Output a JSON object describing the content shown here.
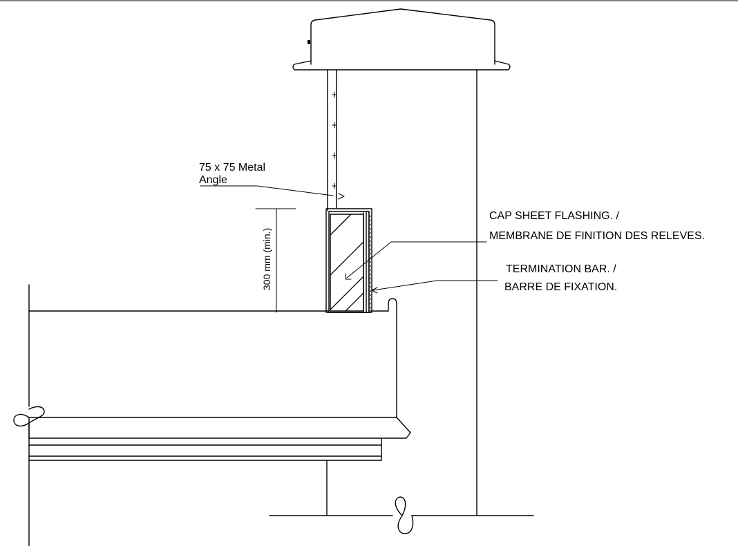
{
  "labels": {
    "metal_angle_line1": "75 x 75 Metal",
    "metal_angle_line2": "Angle",
    "cap_sheet_line1": "CAP SHEET FLASHING. /",
    "cap_sheet_line2": "MEMBRANE DE FINITION DES RELEVES.",
    "termination_line1": "TERMINATION BAR. /",
    "termination_line2": "BARRE DE FIXATION.",
    "height_dimension": "300 mm (min.)"
  },
  "colors": {
    "line": "#000000",
    "background": "#ffffff"
  }
}
